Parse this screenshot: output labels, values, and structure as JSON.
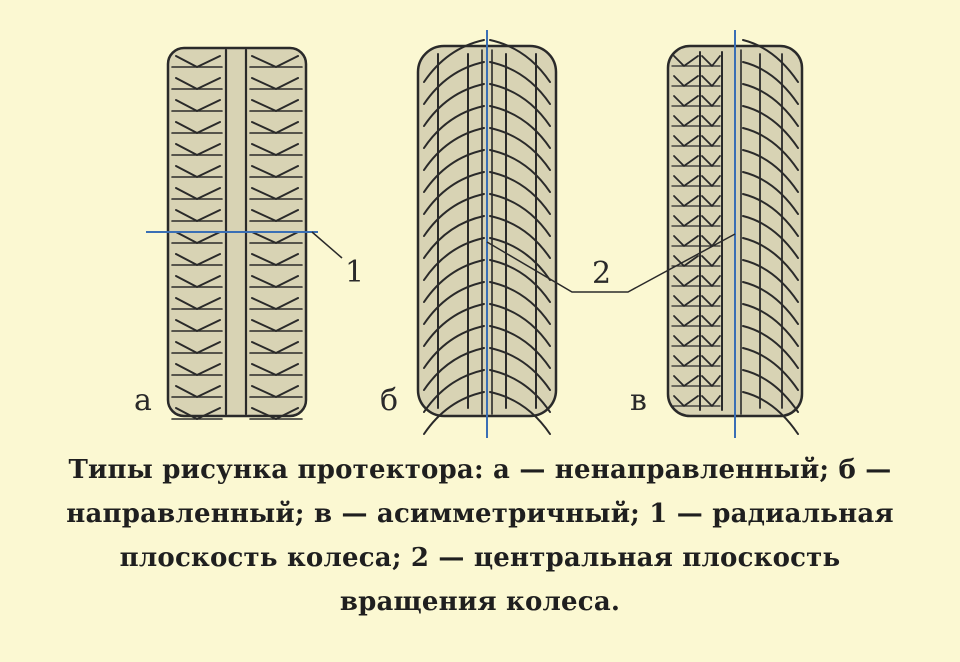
{
  "figure": {
    "tires": [
      {
        "id": "a",
        "label": "а",
        "pattern": "non-directional"
      },
      {
        "id": "b",
        "label": "б",
        "pattern": "directional"
      },
      {
        "id": "v",
        "label": "в",
        "pattern": "asymmetric"
      }
    ],
    "callouts": [
      {
        "id": "1",
        "label": "1"
      },
      {
        "id": "2",
        "label": "2"
      }
    ],
    "colors": {
      "background": "#fbf8d2",
      "tread_fill": "#d8d3b4",
      "ink": "#2a2a2a",
      "plane_line": "#3a6fb5"
    }
  },
  "caption": {
    "lines": [
      "Типы рисунка протектора: а — ненаправленный; б —",
      "направленный; в — асимметричный; 1 — радиальная",
      "плоскость колеса; 2 — центральная плоскость",
      "вращения колеса."
    ]
  }
}
